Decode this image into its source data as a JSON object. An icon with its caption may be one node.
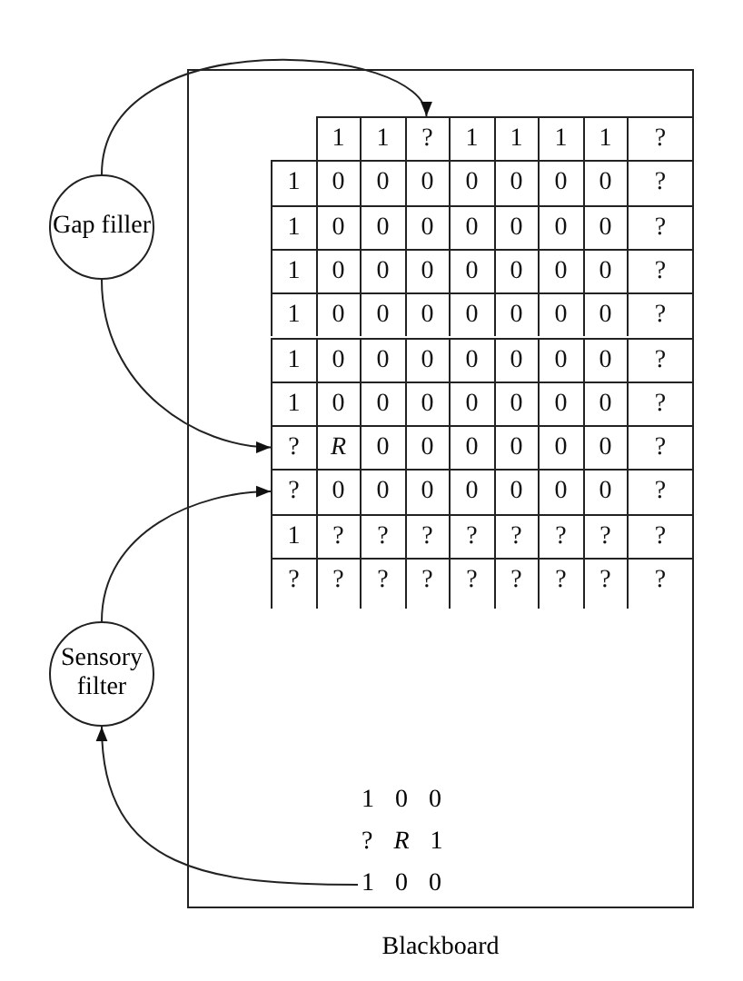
{
  "diagram": {
    "nodes": [
      {
        "text": [
          "Blackboard"
        ]
      },
      {
        "text": [
          "Gap filler"
        ]
      },
      {
        "text": [
          "Sensory filter"
        ]
      },
      {
        "text": [
          "?"
        ],
        "in": 0
      },
      {
        "text": [
          "?"
        ],
        "in": 0
      },
      {
        "text": [
          "?"
        ],
        "in": 0
      },
      {
        "text": [
          "1 0 0",
          "? *R* 1",
          "1 0 0"
        ],
        "in": 0
      }
    ],
    "edges": [
      {
        "from": 1,
        "to": 3,
        "arrow": "to"
      },
      {
        "from": 1,
        "to": 4,
        "arrow": "to"
      },
      {
        "from": 2,
        "to": 5,
        "arrow": "to"
      },
      {
        "from": 6,
        "to": 2,
        "arrow": "to"
      }
    ],
    "labels": [
      "1",
      "1",
      "1",
      "1",
      "1",
      "1",
      "?",
      "1",
      "0",
      "0",
      "0",
      "0",
      "0",
      "0",
      "0",
      "?",
      "1",
      "0",
      "0",
      "0",
      "0",
      "0",
      "0",
      "0",
      "?",
      "1",
      "0",
      "0",
      "0",
      "0",
      "0",
      "0",
      "0",
      "?",
      "1",
      "0",
      "0",
      "0",
      "0",
      "0",
      "0",
      "0",
      "?",
      "1",
      "0",
      "0",
      "0",
      "0",
      "0",
      "0",
      "0",
      "?",
      "1",
      "0",
      "0",
      "0",
      "0",
      "0",
      "0",
      "0",
      "?",
      "R",
      "0",
      "0",
      "0",
      "0",
      "0",
      "0",
      "?",
      "0",
      "0",
      "0",
      "0",
      "0",
      "0",
      "0",
      "?",
      "1",
      "?",
      "?",
      "?",
      "?",
      "?",
      "?",
      "?",
      "?",
      "?",
      "?",
      "?",
      "?",
      "?",
      "?",
      "?",
      "?",
      "?"
    ]
  }
}
